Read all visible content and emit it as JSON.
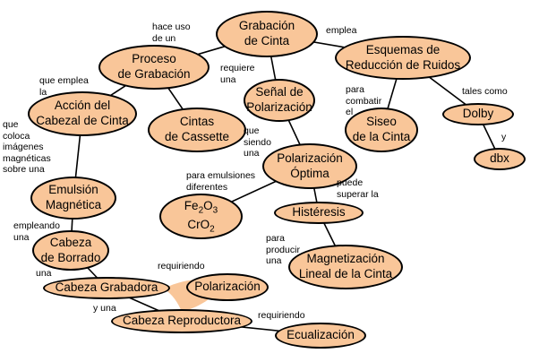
{
  "colors": {
    "node_fill": "#f9c699",
    "stroke": "#000000"
  },
  "nodes": {
    "grabacion_cinta": "Grabación\nde Cinta",
    "proceso_grabacion": "Proceso\nde Grabación",
    "esquemas": "Esquemas de\nReducción de Ruidos",
    "senal_polarizacion": "Señal de\nPolarización",
    "accion_cabezal": "Acción del\nCabezal de Cinta",
    "cintas_cassette": "Cintas\nde Cassette",
    "siseo": "Siseo\nde la Cinta",
    "dolby": "Dolby",
    "dbx": "dbx",
    "polarizacion_optima": "Polarización\nÓptima",
    "emulsion": "Emulsión\nMagnética",
    "histeresis": "Histéresis",
    "cabeza_borrado": "Cabeza\nde Borrado",
    "magnetizacion": "Magnetización\nLineal de la Cinta",
    "cabeza_grabadora": "Cabeza Grabadora",
    "polarizacion": "Polarización",
    "cabeza_reproductora": "Cabeza Reproductora",
    "ecualizacion": "Ecualización",
    "fe2o3": {
      "base": "Fe",
      "sub1": "2",
      "mid": "O",
      "sub2": "3"
    },
    "cro2": {
      "base": "CrO",
      "sub": "2"
    }
  },
  "links": {
    "hace_uso": "hace uso\nde un",
    "emplea": "emplea",
    "requiere": "requiere\nuna",
    "que_emplea": "que emplea\nla",
    "para_combatir": "para\ncombatir\nel",
    "tales_como": "tales como",
    "y": "y",
    "que_coloca": "que\ncoloca\nimágenes\nmagnéticas\nsobre una",
    "que_siendo": "que\nsiendo\nuna",
    "para_emulsiones": "para emulsiones\ndiferentes",
    "puede_superar": "puede\nsuperar la",
    "empleando": "empleando\nuna",
    "para_producir": "para\nproducir\nuna",
    "una": "una",
    "requiriendo_1": "requiriendo",
    "y_una": "y una",
    "requiriendo_2": "requiriendo"
  }
}
